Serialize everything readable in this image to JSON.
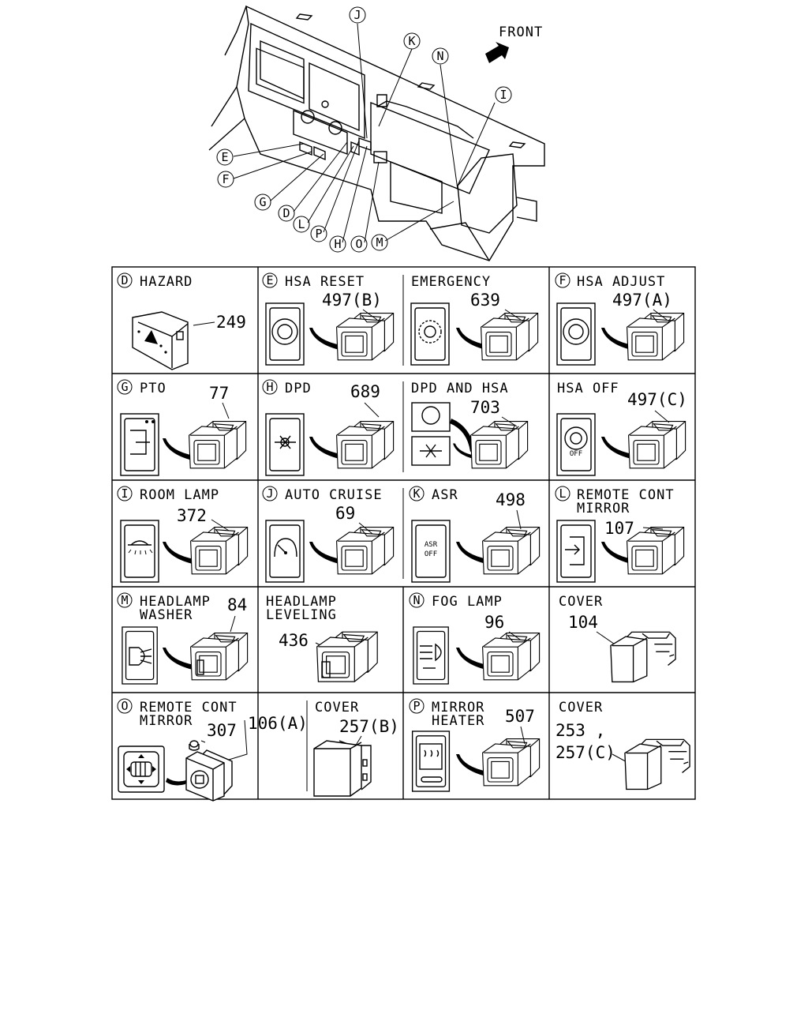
{
  "diagram": {
    "front_label": "FRONT",
    "callouts": [
      {
        "letter": "J"
      },
      {
        "letter": "K"
      },
      {
        "letter": "N"
      },
      {
        "letter": "I"
      },
      {
        "letter": "E"
      },
      {
        "letter": "F"
      },
      {
        "letter": "G"
      },
      {
        "letter": "D"
      },
      {
        "letter": "L"
      },
      {
        "letter": "P"
      },
      {
        "letter": "H"
      },
      {
        "letter": "O"
      },
      {
        "letter": "M"
      }
    ]
  },
  "table": {
    "cells": [
      {
        "letter": "D",
        "name": "HAZARD",
        "parts": [
          "249"
        ]
      },
      {
        "letter": "E",
        "name": "HSA RESET",
        "parts": [
          "497(B)"
        ]
      },
      {
        "letter": "",
        "name": "EMERGENCY",
        "parts": [
          "639"
        ]
      },
      {
        "letter": "F",
        "name": "HSA ADJUST",
        "parts": [
          "497(A)"
        ]
      },
      {
        "letter": "G",
        "name": "PTO",
        "parts": [
          "77"
        ]
      },
      {
        "letter": "H",
        "name": "DPD",
        "parts": [
          "689"
        ]
      },
      {
        "letter": "",
        "name": "DPD AND HSA",
        "parts": [
          "703"
        ]
      },
      {
        "letter": "",
        "name": "HSA OFF",
        "parts": [
          "497(C)"
        ],
        "icon_text": "OFF"
      },
      {
        "letter": "I",
        "name": "ROOM LAMP",
        "parts": [
          "372"
        ]
      },
      {
        "letter": "J",
        "name": "AUTO CRUISE",
        "parts": [
          "69"
        ]
      },
      {
        "letter": "K",
        "name": "ASR",
        "parts": [
          "498"
        ],
        "icon_text": [
          "ASR",
          "OFF"
        ]
      },
      {
        "letter": "L",
        "name": [
          "REMOTE CONT",
          "MIRROR"
        ],
        "parts": [
          "107"
        ]
      },
      {
        "letter": "M",
        "name": [
          "HEADLAMP",
          "WASHER"
        ],
        "parts": [
          "84"
        ]
      },
      {
        "letter": "",
        "name": [
          "HEADLAMP",
          "LEVELING"
        ],
        "parts": [
          "436"
        ]
      },
      {
        "letter": "N",
        "name": "FOG LAMP",
        "parts": [
          "96"
        ]
      },
      {
        "letter": "",
        "name": "COVER",
        "parts": [
          "104"
        ]
      },
      {
        "letter": "O",
        "name": [
          "REMOTE CONT",
          "MIRROR"
        ],
        "parts": [
          "307",
          "106(A)"
        ]
      },
      {
        "letter": "",
        "name": "COVER",
        "parts": [
          "257(B)"
        ]
      },
      {
        "letter": "P",
        "name": [
          "MIRROR",
          "HEATER"
        ],
        "parts": [
          "507"
        ]
      },
      {
        "letter": "",
        "name": "COVER",
        "parts": [
          "253 ,",
          "257(C)"
        ]
      }
    ]
  }
}
